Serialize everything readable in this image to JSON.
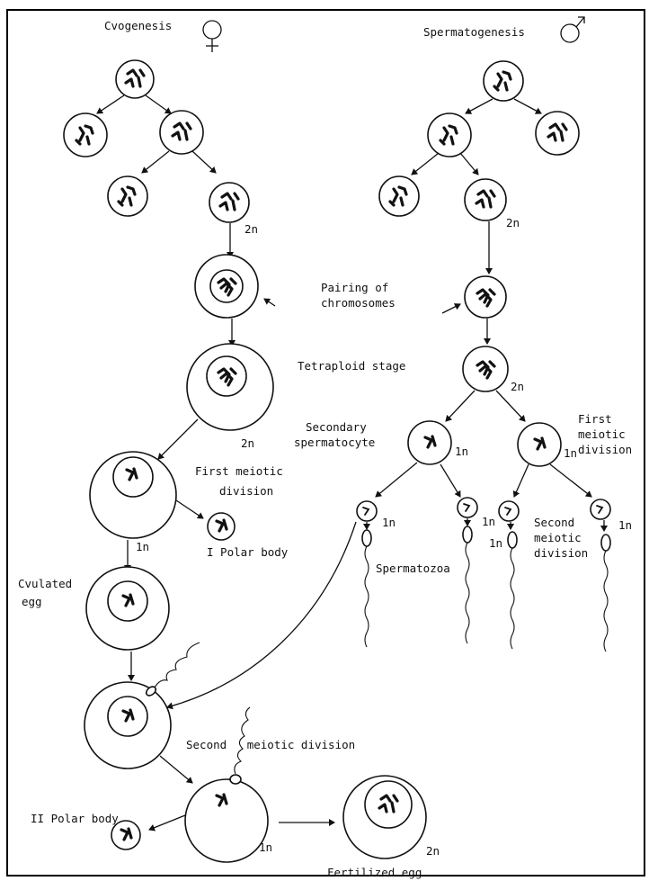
{
  "titles": {
    "oogenesis": "Cvogenesis",
    "spermatogenesis": "Spermatogenesis"
  },
  "symbols": {
    "female": "♀",
    "male": "♂"
  },
  "labels": {
    "pairing_1": "Pairing of",
    "pairing_2": "chromosomes",
    "tetraploid": "Tetraploid stage",
    "secondary_1": "Secondary",
    "secondary_2": "spermatocyte",
    "first_meiotic_right_1": "First",
    "first_meiotic_right_2": "meiotic",
    "first_meiotic_right_3": "division",
    "first_meiotic_left_1": "First meiotic",
    "first_meiotic_left_2": "division",
    "polar_body_1": "I Polar body",
    "ovulated_1": "Cvulated",
    "ovulated_2": "egg",
    "spermatozoa": "Spermatozoa",
    "second_meiotic_right_1": "Second",
    "second_meiotic_right_2": "meiotic",
    "second_meiotic_right_3": "division",
    "second_meiotic_left": "Second   meiotic division",
    "polar_body_2": "II Polar body",
    "fertilized_egg": "Fertilized egg"
  },
  "ploidy": {
    "two_n": "2n",
    "one_n": "1n"
  }
}
